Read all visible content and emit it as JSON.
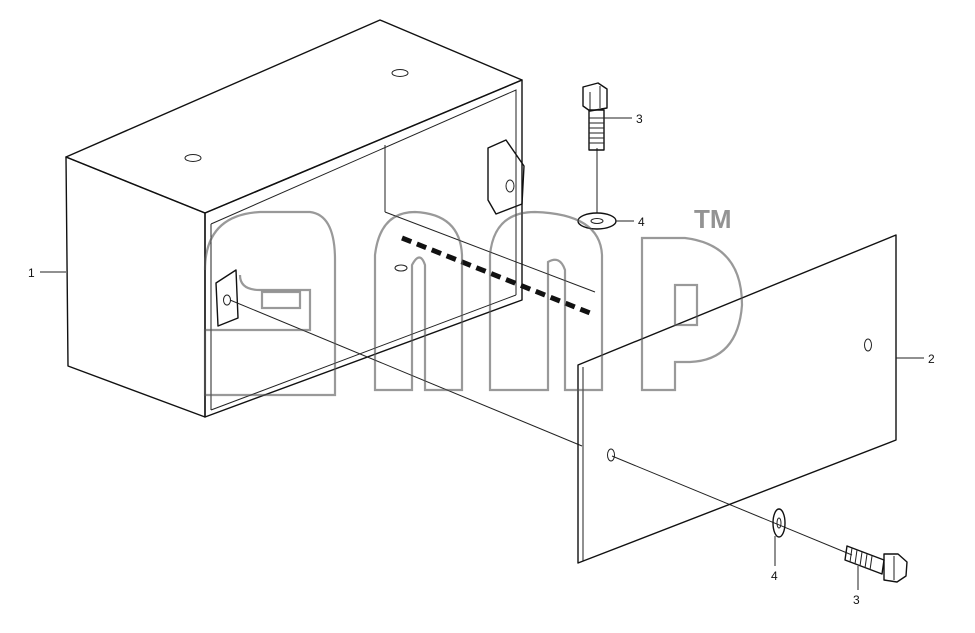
{
  "callouts": {
    "box": "1",
    "plate": "2",
    "bolt_top": "3",
    "washer_top": "4",
    "washer_bottom": "4",
    "bolt_bottom": "3"
  },
  "watermark": {
    "mark": "TM"
  }
}
